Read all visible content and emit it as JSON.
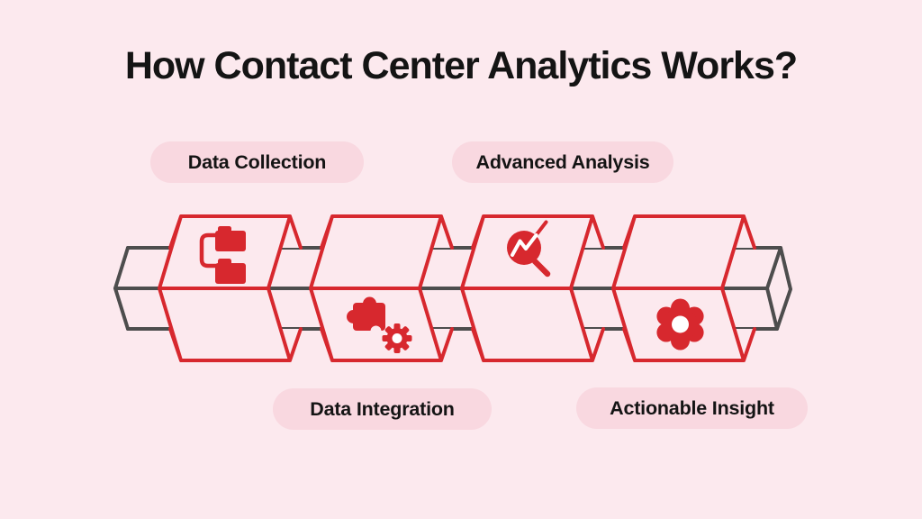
{
  "title": "How Contact Center Analytics Works?",
  "steps": [
    {
      "id": "data-collection",
      "label": "Data Collection",
      "icon": "folder-tree-icon",
      "label_position": "top"
    },
    {
      "id": "data-integration",
      "label": "Data Integration",
      "icon": "puzzle-gear-icon",
      "label_position": "bottom"
    },
    {
      "id": "advanced-analysis",
      "label": "Advanced Analysis",
      "icon": "search-trend-chart-icon",
      "label_position": "top"
    },
    {
      "id": "actionable-insight",
      "label": "Actionable Insight",
      "icon": "gear-icon",
      "label_position": "bottom"
    }
  ],
  "colors": {
    "background": "#FCE9EE",
    "pill_background": "#F9D8E0",
    "accent_red": "#D7282E",
    "beam_gray": "#4D4D4D",
    "text": "#141414",
    "icon_cutout": "#FFFFFF"
  }
}
